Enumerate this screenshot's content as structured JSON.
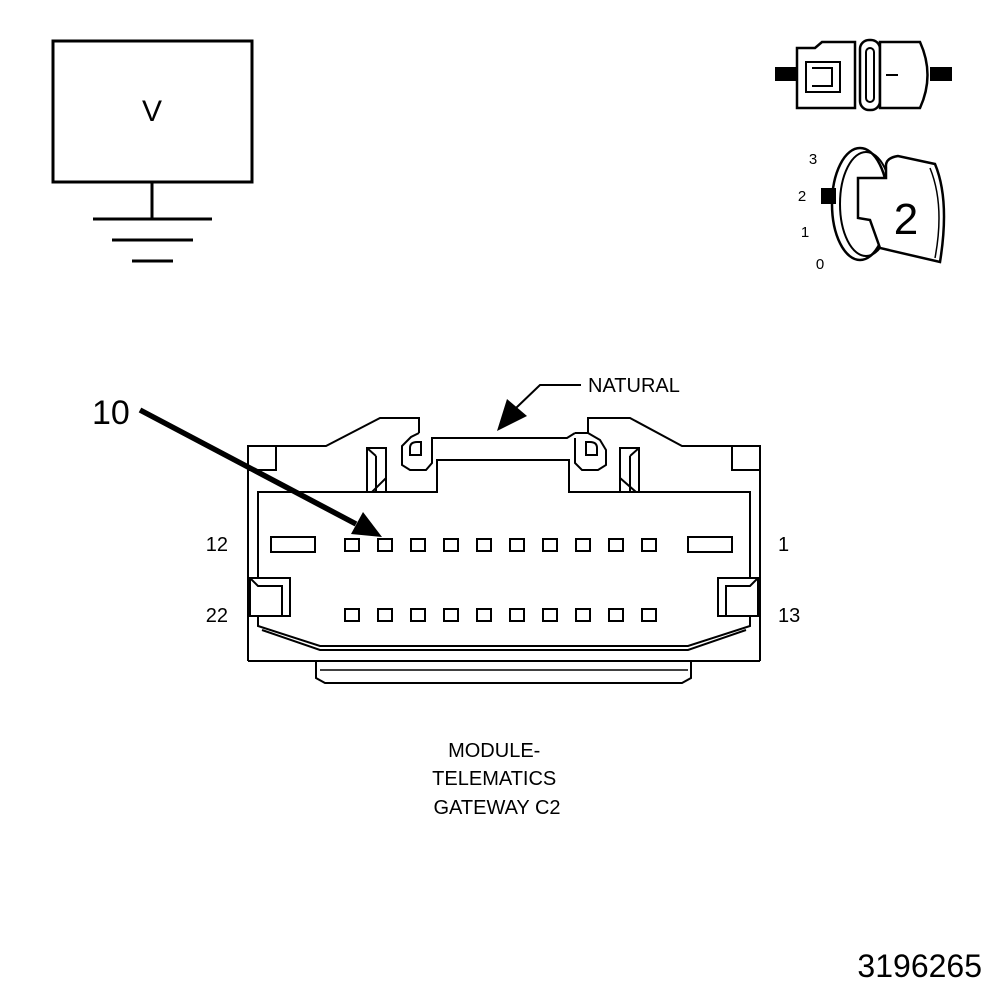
{
  "meter": {
    "symbol": "V"
  },
  "ignition": {
    "positions": [
      "3",
      "2",
      "1",
      "0"
    ],
    "key_number": "2",
    "key_position": "2"
  },
  "connector": {
    "color_label": "NATURAL",
    "callout_pin": "10",
    "pin_labels": {
      "top_left": "12",
      "top_right": "1",
      "bottom_left": "22",
      "bottom_right": "13"
    }
  },
  "caption": {
    "lines": [
      "MODULE-",
      "TELEMATICS",
      "GATEWAY C2"
    ]
  },
  "figure_id": "3196265"
}
